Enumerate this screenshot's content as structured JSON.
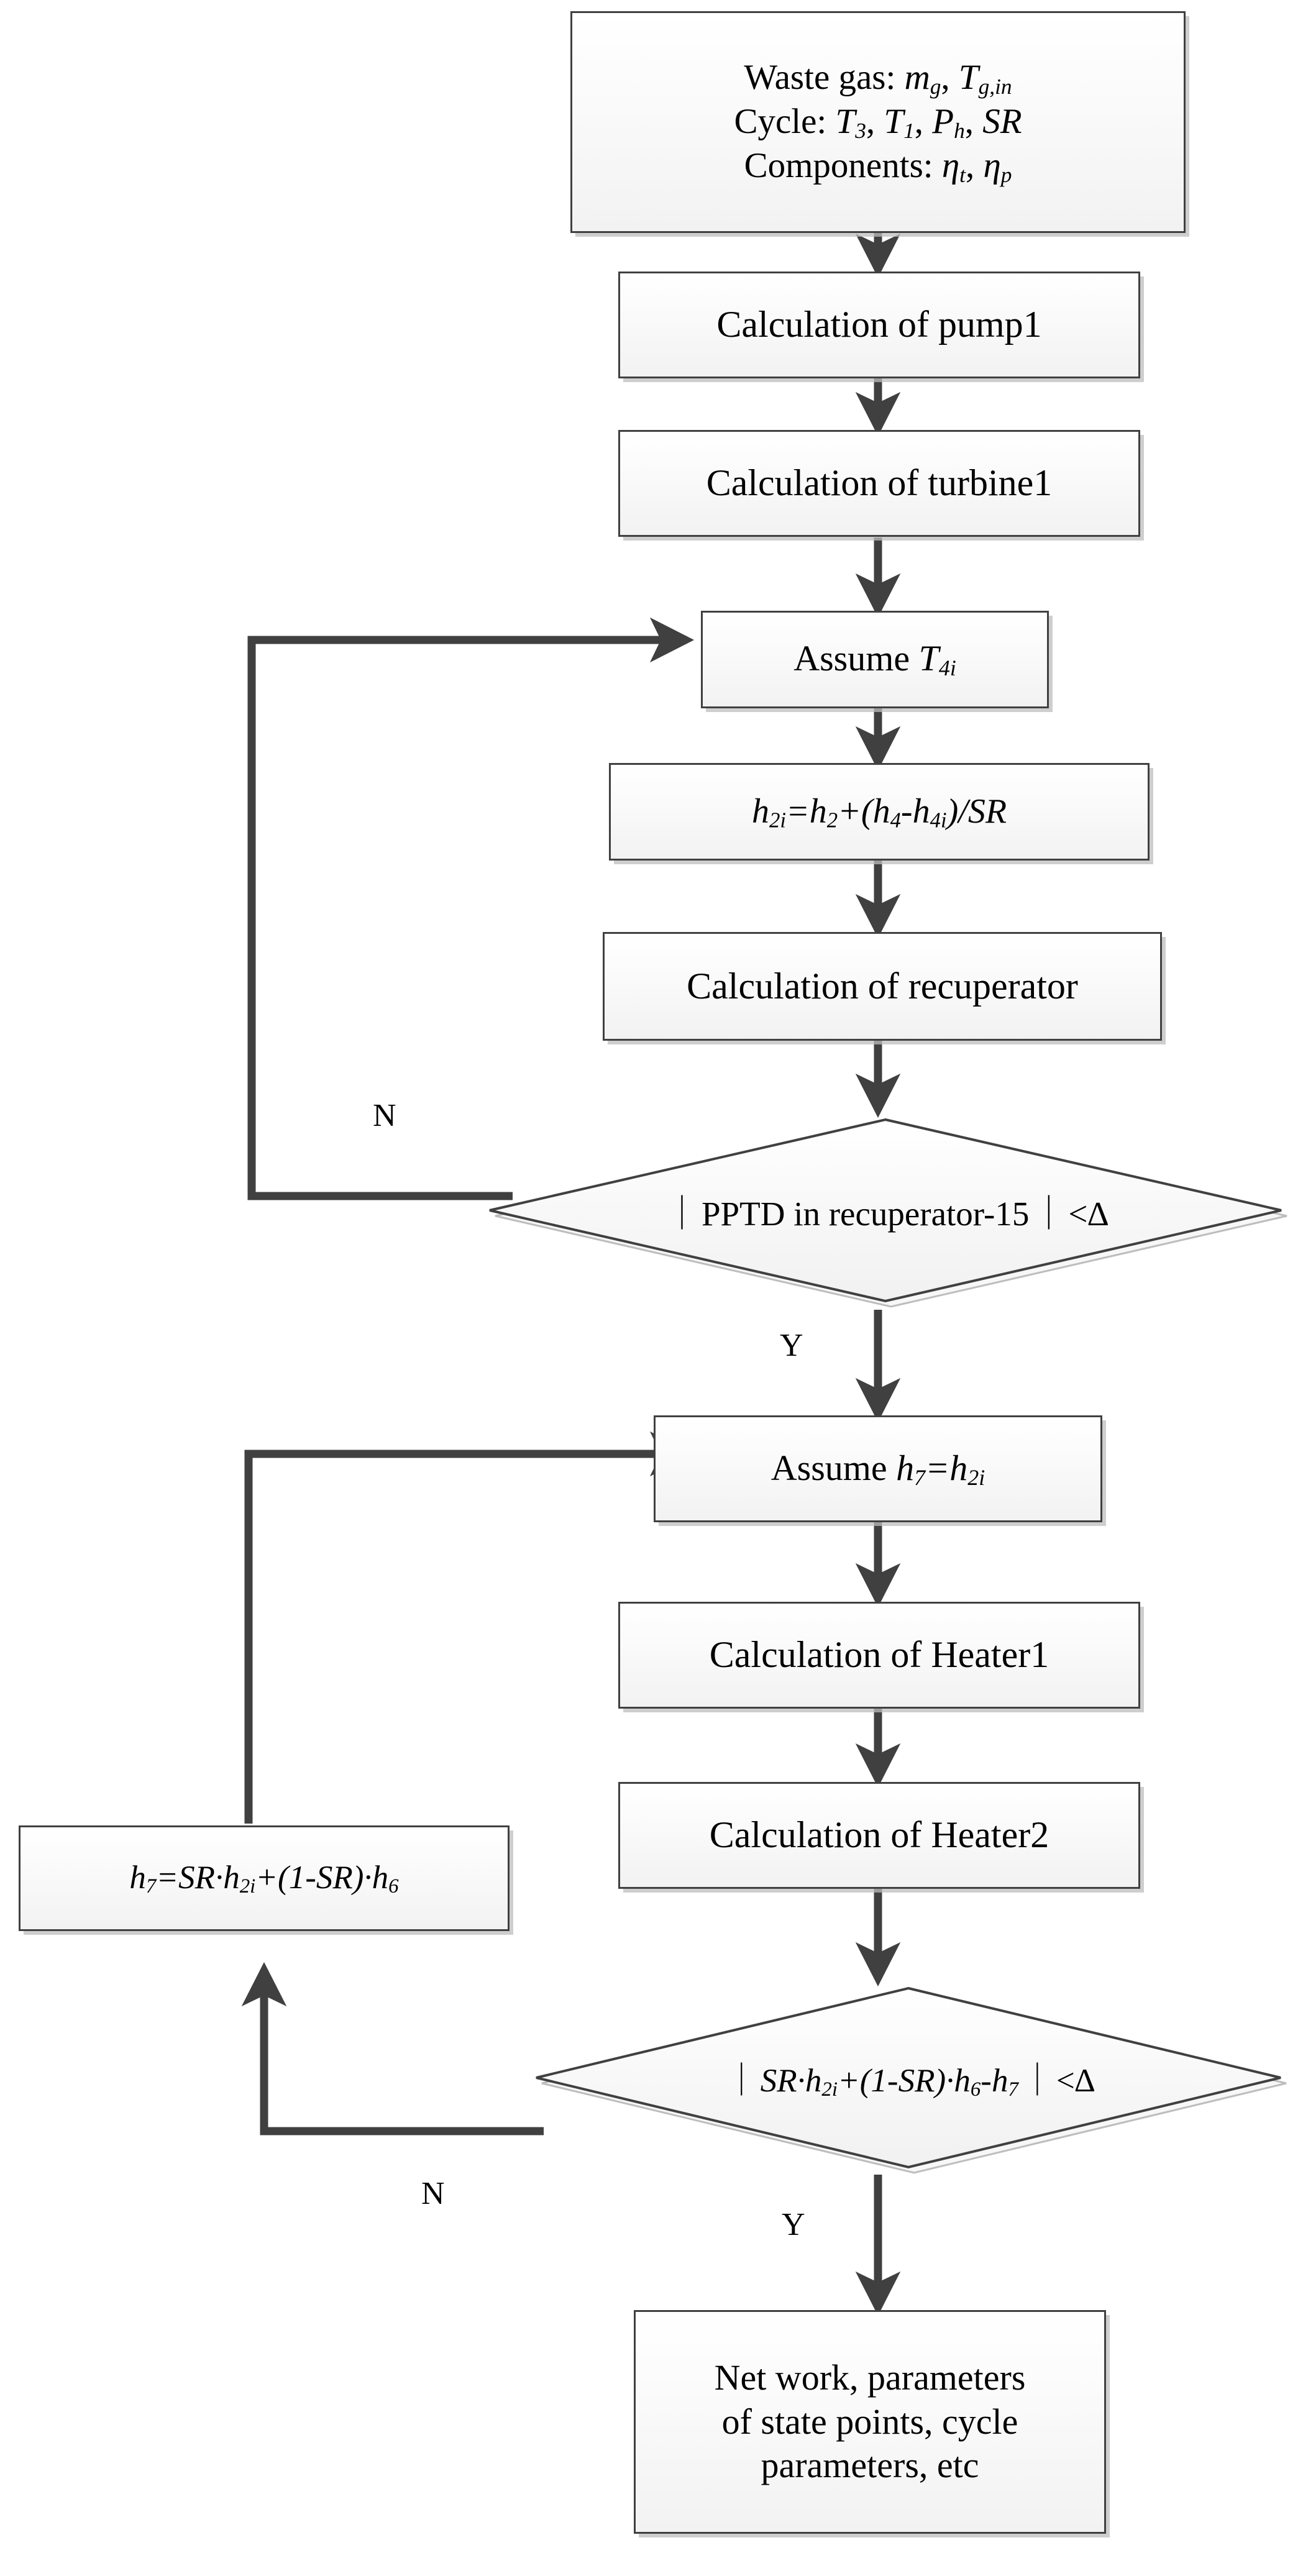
{
  "diagram": {
    "title": "Thermodynamic cycle calculation flowchart",
    "type": "flowchart",
    "colors": {
      "stroke": "#404040",
      "fill_top": "#ffffff",
      "fill_bottom": "#f2f2f2",
      "shadow": "#bebebe",
      "text": "#000000"
    }
  },
  "nodes": {
    "inputs": {
      "shape": "process",
      "line1_plain": "Waste gas: ",
      "line1_var1": "m",
      "line1_var1_sub": "g",
      "line1_sep": ", ",
      "line1_var2": "T",
      "line1_var2_sub": "g,in",
      "line2_plain": "Cycle: ",
      "line2_v1": "T",
      "line2_v1_sub": "3",
      "line2_v2": "T",
      "line2_v2_sub": "1",
      "line2_v3": "P",
      "line2_v3_sub": "h",
      "line2_v4": "SR",
      "line3_plain": "Components: ",
      "line3_v1": "η",
      "line3_v1_sub": "t",
      "line3_v2": "η",
      "line3_v2_sub": "p"
    },
    "pump1": {
      "shape": "process",
      "label": "Calculation of pump1"
    },
    "turbine1": {
      "shape": "process",
      "label": "Calculation of turbine1"
    },
    "assume_t4i": {
      "shape": "process",
      "prefix": "Assume ",
      "var": "T",
      "var_sub": "4i"
    },
    "h2i_formula": {
      "shape": "process",
      "v1": "h",
      "v1_sub": "2i",
      "eq": "=",
      "v2": "h",
      "v2_sub": "2",
      "plus": "+(",
      "v3": "h",
      "v3_sub": "4",
      "minus": "-",
      "v4": "h",
      "v4_sub": "4i",
      "close": ")/",
      "v5": "SR"
    },
    "recuperator": {
      "shape": "process",
      "label": "Calculation of recuperator"
    },
    "decision1": {
      "shape": "decision",
      "open_bar": "｜",
      "text": "PPTD in recuperator-15",
      "close_bar": "｜",
      "cmp": "<",
      "delta": "∆",
      "yes_label": "Y",
      "no_label": "N"
    },
    "assume_h7": {
      "shape": "process",
      "prefix": "Assume ",
      "v1": "h",
      "v1_sub": "7",
      "eq": "=",
      "v2": "h",
      "v2_sub": "2i"
    },
    "heater1": {
      "shape": "process",
      "label": "Calculation of Heater1"
    },
    "heater2": {
      "shape": "process",
      "label": "Calculation of Heater2"
    },
    "h7_update": {
      "shape": "process",
      "v1": "h",
      "v1_sub": "7",
      "eq": "=",
      "sr1": "SR",
      "dot1": "·",
      "v2": "h",
      "v2_sub": "2i",
      "plus": "+(1-",
      "sr2": "SR",
      "close": ")",
      "dot2": "·",
      "v3": "h",
      "v3_sub": "6"
    },
    "decision2": {
      "shape": "decision",
      "open_bar": "｜",
      "sr1": "SR",
      "dot1": "·",
      "v1": "h",
      "v1_sub": "2i",
      "plus": "+(1-",
      "sr2": "SR",
      "close": ")",
      "dot2": "·",
      "v2": "h",
      "v2_sub": "6",
      "minus": "-",
      "v3": "h",
      "v3_sub": "7",
      "close_bar": "｜",
      "cmp": "<",
      "delta": "∆",
      "yes_label": "Y",
      "no_label": "N"
    },
    "outputs": {
      "shape": "process",
      "line1": "Net work, parameters",
      "line2": "of state points,  cycle",
      "line3": "parameters, etc"
    }
  }
}
